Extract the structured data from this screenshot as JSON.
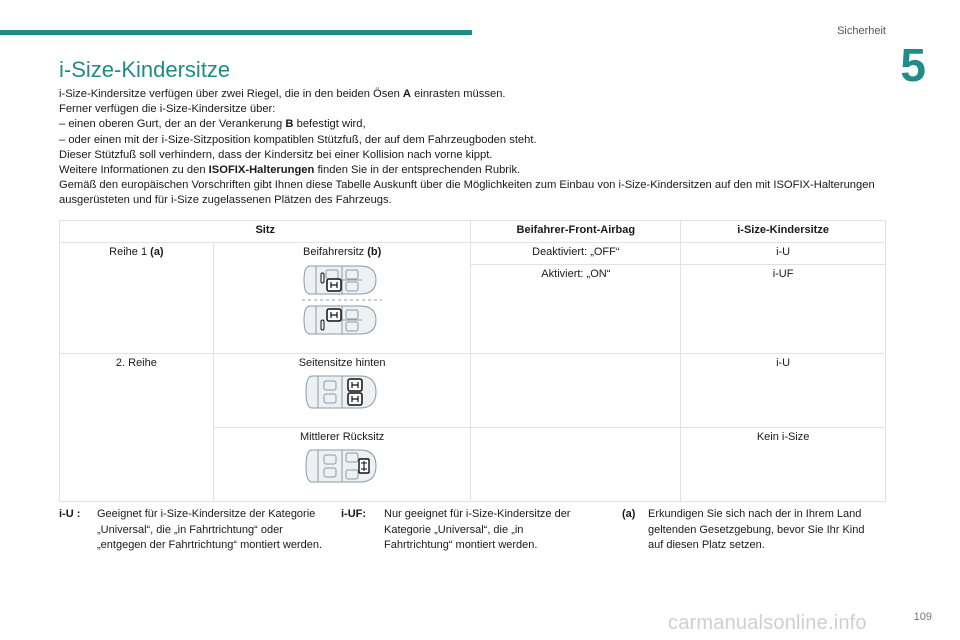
{
  "header": {
    "chapter_name": "Sicherheit",
    "chapter_number": "5",
    "accent_color": "#1f8c8a"
  },
  "title": "i-Size-Kindersitze",
  "intro": {
    "p1_pre": "i-Size-Kindersitze verfügen über zwei Riegel, die in den beiden Ösen ",
    "p1_bold": "A",
    "p1_post": " einrasten müssen.",
    "p2": "Ferner verfügen die i-Size-Kindersitze über:",
    "p3_pre": "–  einen oberen Gurt, der an der Verankerung ",
    "p3_bold": "B",
    "p3_post": " befestigt wird,",
    "p4": "–  oder einen mit der i-Size-Sitzposition kompatiblen Stützfuß, der auf dem Fahrzeugboden steht.",
    "p5": "Dieser Stützfuß soll verhindern, dass der Kindersitz bei einer Kollision nach vorne kippt.",
    "p6_pre": "Weitere Informationen zu den ",
    "p6_bold": "ISOFIX-Halterungen",
    "p6_post": " finden Sie in der entsprechenden Rubrik.",
    "p7": "Gemäß den europäischen Vorschriften gibt Ihnen diese Tabelle Auskunft über die Möglichkeiten zum Einbau von i-Size-Kindersitzen auf den mit ISOFIX-Halterungen ausgerüsteten und für i-Size zugelassenen Plätzen des Fahrzeugs."
  },
  "table": {
    "headers": {
      "seat": "Sitz",
      "airbag": "Beifahrer-Front-Airbag",
      "isize": "i-Size-Kindersitze"
    },
    "row1": {
      "label": "Reihe 1 ",
      "label_bold": "(a)",
      "seat": "Beifahrersitz ",
      "seat_bold": "(b)",
      "airbag_off": "Deaktiviert: „OFF“",
      "isize_off": "i-U",
      "airbag_on": "Aktiviert: „ON“",
      "isize_on": "i-UF"
    },
    "row2": {
      "label": "2. Reihe",
      "side_seats": "Seitensitze hinten",
      "side_isize": "i-U",
      "middle_seat": "Mittlerer Rücksitz",
      "middle_isize": "Kein i-Size"
    },
    "icons": [
      "car-seat-front-icon",
      "car-seat-front-rear-facing-icon",
      "car-seat-rear-sides-icon",
      "car-seat-rear-middle-icon"
    ]
  },
  "legend": {
    "iu_key": "i-U :",
    "iu_text": "Geeignet für i-Size-Kindersitze der Kategorie „Universal“, die „in Fahrtrichtung“ oder „entgegen der Fahrtrichtung“ montiert werden.",
    "iuf_key": "i-UF:",
    "iuf_text": "Nur geeignet für i-Size-Kindersitze der Kategorie „Universal“, die „in Fahrtrichtung“ montiert werden.",
    "a_key": "(a)",
    "a_text": "Erkundigen Sie sich nach der in Ihrem Land geltenden Gesetzgebung, bevor Sie Ihr Kind auf diesen Platz setzen."
  },
  "footer": {
    "page_number": "109",
    "watermark": "carmanualsonline.info"
  }
}
